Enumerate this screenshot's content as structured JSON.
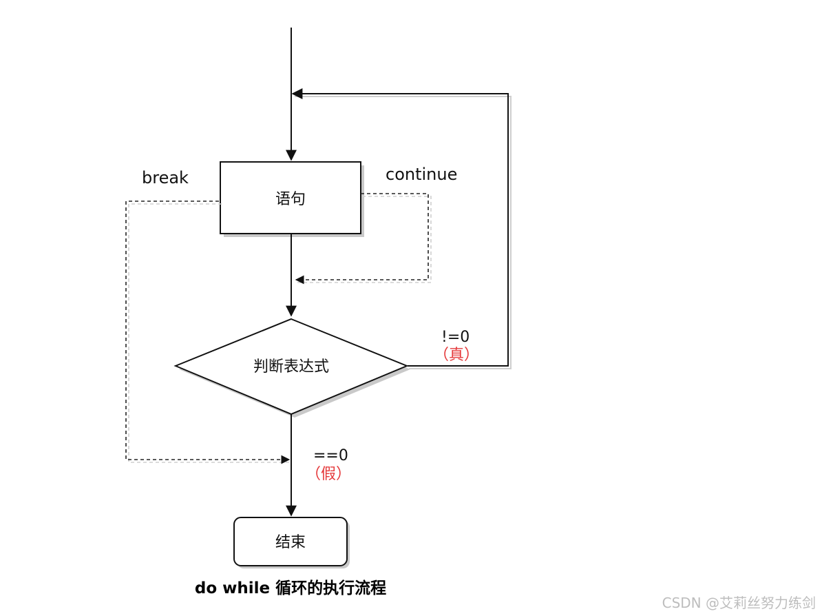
{
  "diagram": {
    "nodes": {
      "statement": "语句",
      "condition": "判断表达式",
      "end": "结束"
    },
    "edge_labels": {
      "break": "break",
      "continue": "continue",
      "true_cond": "!=0",
      "true_sub": "（真）",
      "false_cond": "==0",
      "false_sub": "（假）"
    },
    "caption": "do while 循环的执行流程",
    "watermark": "CSDN @艾莉丝努力练剑",
    "colors": {
      "stroke": "#111111",
      "highlight": "#e5393b",
      "watermark": "#bdbdbd"
    }
  }
}
